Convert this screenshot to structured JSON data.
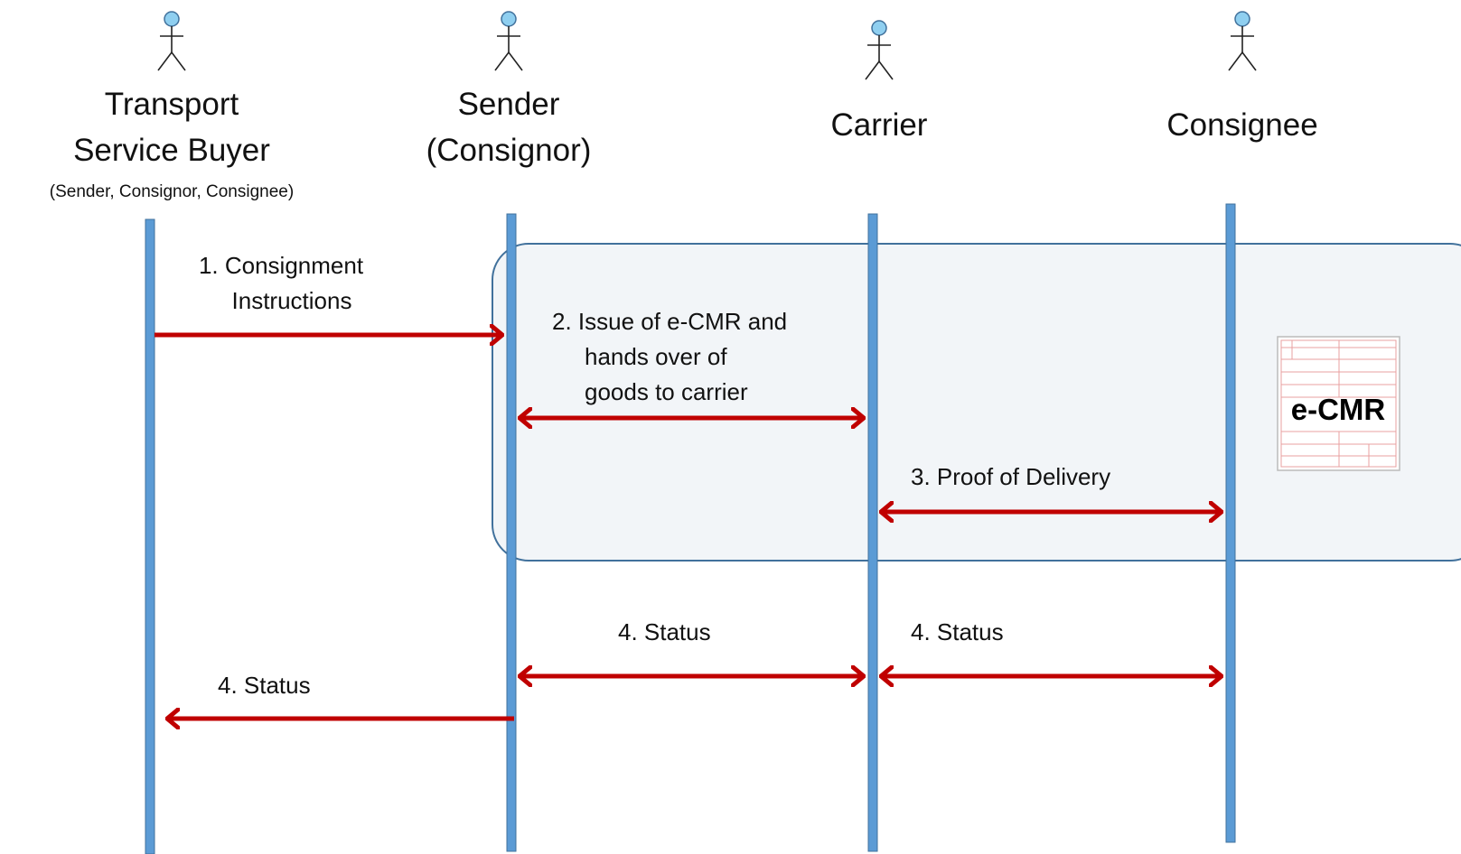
{
  "actors": [
    {
      "id": "buyer",
      "name_lines": [
        "Transport",
        "Service Buyer"
      ],
      "subtitle": "(Sender, Consignor, Consignee)"
    },
    {
      "id": "sender",
      "name_lines": [
        "Sender",
        "(Consignor)"
      ]
    },
    {
      "id": "carrier",
      "name_lines": [
        "Carrier"
      ]
    },
    {
      "id": "consignee",
      "name_lines": [
        "Consignee"
      ]
    }
  ],
  "messages": [
    {
      "id": "m1",
      "label_lines": [
        "1. Consignment",
        "Instructions"
      ],
      "from": "buyer",
      "to": "sender",
      "direction": "one-way"
    },
    {
      "id": "m2",
      "label_lines": [
        "2. Issue of e-CMR and",
        "hands over of",
        "goods to carrier"
      ],
      "from": "sender",
      "to": "carrier",
      "direction": "two-way"
    },
    {
      "id": "m3",
      "label_lines": [
        "3. Proof of Delivery"
      ],
      "from": "carrier",
      "to": "consignee",
      "direction": "two-way"
    },
    {
      "id": "m4a",
      "label_lines": [
        "4. Status"
      ],
      "from": "sender",
      "to": "carrier",
      "direction": "two-way"
    },
    {
      "id": "m4b",
      "label_lines": [
        "4. Status"
      ],
      "from": "carrier",
      "to": "consignee",
      "direction": "two-way"
    },
    {
      "id": "m4c",
      "label_lines": [
        "4. Status"
      ],
      "from": "sender",
      "to": "buyer",
      "direction": "one-way"
    }
  ],
  "document": {
    "label": "e-CMR",
    "icon": "document-form-icon"
  },
  "colors": {
    "lifeline": "#5b9bd5",
    "lifeline_border": "#41719c",
    "arrow": "#c00000",
    "actor_head": "#8fcff0",
    "region_fill": "#f2f5f8",
    "region_border": "#41719c",
    "doc_lines": "#e8a0a0"
  }
}
